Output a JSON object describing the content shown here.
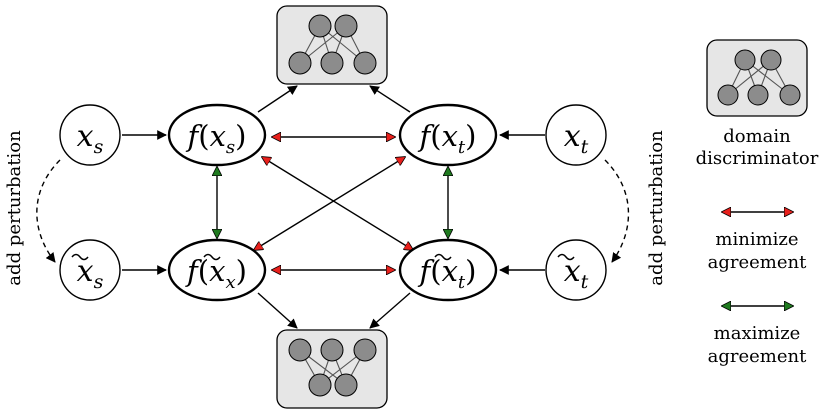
{
  "nodes": {
    "xs": {
      "base": "x",
      "sub": "s",
      "tilde": false
    },
    "xs_tilde": {
      "base": "x",
      "sub": "s",
      "tilde": true
    },
    "xt": {
      "base": "x",
      "sub": "t",
      "tilde": false
    },
    "xt_tilde": {
      "base": "x",
      "sub": "t",
      "tilde": true
    },
    "fxs": {
      "func": "f",
      "base": "x",
      "sub": "s",
      "tilde": false
    },
    "fxt": {
      "func": "f",
      "base": "x",
      "sub": "t",
      "tilde": false
    },
    "fxs_tilde": {
      "func": "f",
      "base": "x",
      "sub": "x",
      "tilde": true
    },
    "fxt_tilde": {
      "func": "f",
      "base": "x",
      "sub": "t",
      "tilde": true
    }
  },
  "side_labels": {
    "left": "add perturbation",
    "right": "add perturbation"
  },
  "legend": {
    "discriminator_line1": "domain",
    "discriminator_line2": "discriminator",
    "minimize_line1": "minimize",
    "minimize_line2": "agreement",
    "maximize_line1": "maximize",
    "maximize_line2": "agreement"
  },
  "colors": {
    "minimize": "#e8201c",
    "maximize": "#1f7a1f",
    "discriminator_fill": "#e6e6e6",
    "neuron_fill": "#8c8c8c"
  }
}
